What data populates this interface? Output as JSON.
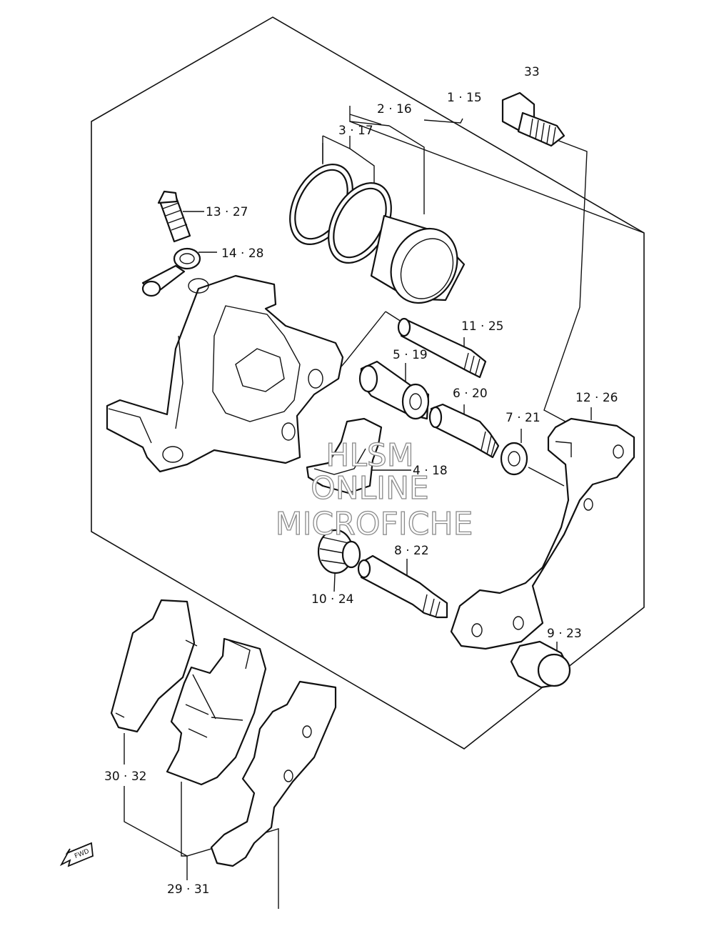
{
  "diagram": {
    "watermark": {
      "line1": "HLSM",
      "line2": "ONLINE",
      "line3": "MICROFICHE"
    },
    "fwd_label": "FWD",
    "callouts": [
      {
        "id": "c33",
        "text": "33"
      },
      {
        "id": "c1-15",
        "text": "1 · 15"
      },
      {
        "id": "c2-16",
        "text": "2 · 16"
      },
      {
        "id": "c3-17",
        "text": "3 · 17"
      },
      {
        "id": "c13-27",
        "text": "13 · 27"
      },
      {
        "id": "c14-28",
        "text": "14 · 28"
      },
      {
        "id": "c11-25",
        "text": "11 · 25"
      },
      {
        "id": "c5-19",
        "text": "5 · 19"
      },
      {
        "id": "c6-20",
        "text": "6 · 20"
      },
      {
        "id": "c7-21",
        "text": "7 · 21"
      },
      {
        "id": "c12-26",
        "text": "12 · 26"
      },
      {
        "id": "c4-18",
        "text": "4 · 18"
      },
      {
        "id": "c8-22",
        "text": "8 · 22"
      },
      {
        "id": "c10-24",
        "text": "10 · 24"
      },
      {
        "id": "c9-23",
        "text": "9 · 23"
      },
      {
        "id": "c30-32",
        "text": "30 · 32"
      },
      {
        "id": "c29-31",
        "text": "29 · 31"
      }
    ]
  }
}
